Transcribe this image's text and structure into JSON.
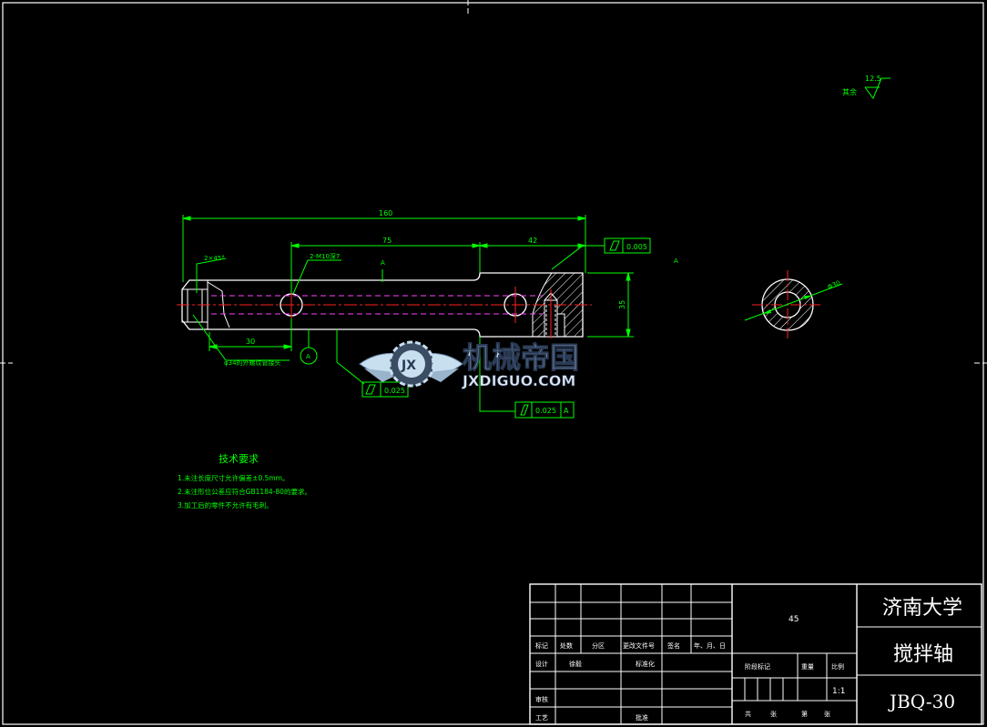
{
  "drawing": {
    "dimensions": {
      "overall_length": "160",
      "segment_left": "75",
      "segment_right": "42",
      "bottom_length": "30",
      "diameter_right": "35",
      "chamfer": "2×45°",
      "hole_callout": "2-M10深7",
      "thread_note": "φ34的外螺纹管接头",
      "section_diameter": "Φ30"
    },
    "datum_labels": {
      "a": "A",
      "a2": "A",
      "circle": "A"
    },
    "tolerances": {
      "top_frame_value": "0.005",
      "left_frame_value": "0.025",
      "bottom_frame_value": "0.025",
      "bottom_frame_datum": "A"
    },
    "surface_finish": {
      "label": "其余",
      "value": "12.5"
    }
  },
  "watermark": {
    "cn": "机械帝国",
    "en": "JXDIGUO.COM",
    "badge": "JX"
  },
  "tech_requirements": {
    "title": "技术要求",
    "items": [
      "1.未注长度尺寸允许偏差±0.5mm。",
      "2.未注形位公差应符合GB1184-80的要求。",
      "3.加工后的零件不允许有毛刺。"
    ]
  },
  "title_block": {
    "material": "45",
    "school": "济南大学",
    "part_name": "搅拌轴",
    "drawing_no": "JBQ-30",
    "scale": "1:1",
    "row_labels": {
      "biaoji": "标记",
      "chushu": "处数",
      "fenqu": "分区",
      "gengai": "更改文件号",
      "qianming": "签名",
      "date": "年、月、日",
      "sheji": "设计",
      "xuyi": "徐毅",
      "biaozhunhua": "标准化",
      "shenhe": "审核",
      "gongyi": "工艺",
      "pizhun": "批准",
      "jieduan": "阶段标记",
      "zhongliang": "重量",
      "bili": "比例",
      "gong": "共",
      "zhang1": "张",
      "di": "第",
      "zhang2": "张"
    }
  },
  "colors": {
    "background": "#000000",
    "outline": "#ffffff",
    "dimension": "#00ff00",
    "centerline": "#ff2020",
    "hidden": "#ff40ff"
  }
}
